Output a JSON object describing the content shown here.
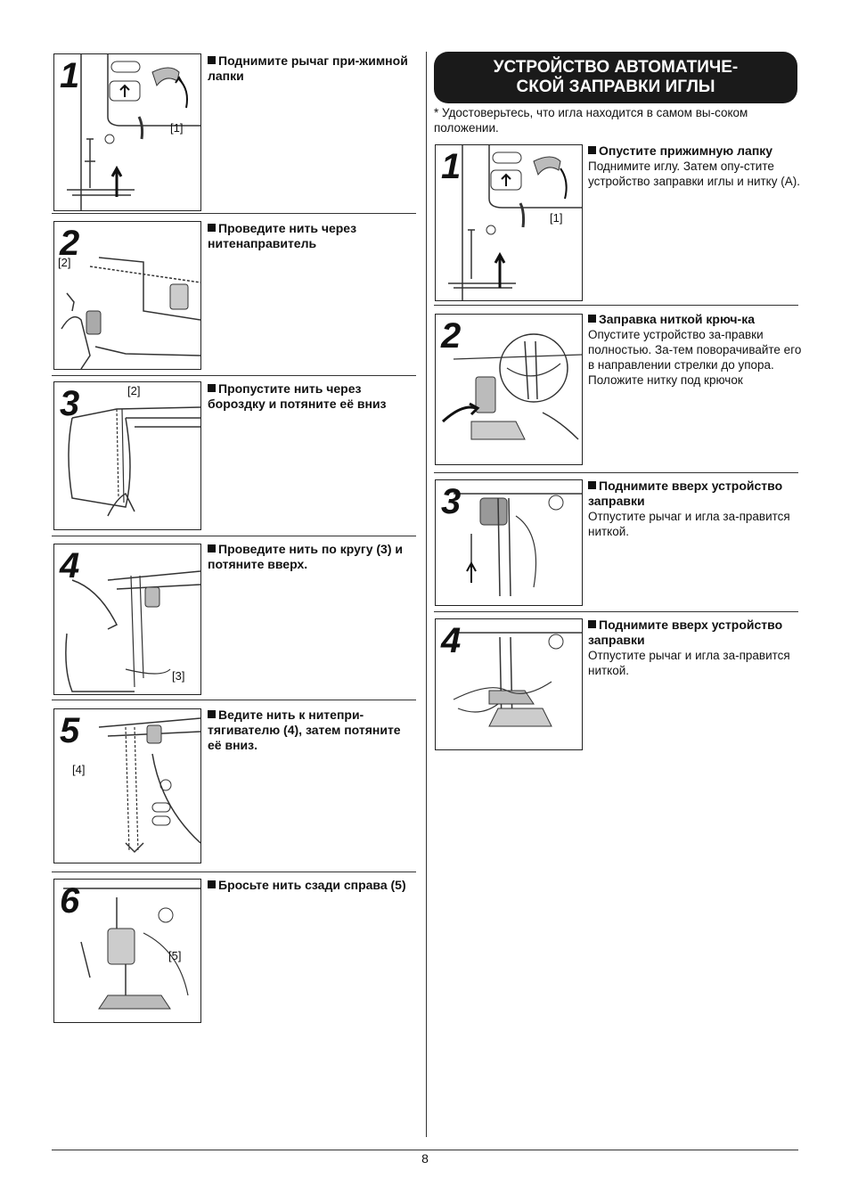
{
  "section": {
    "title_line1": "УСТРОЙСТВО АВТОМАТИЧЕ-",
    "title_line2": "СКОЙ ЗАПРАВКИ ИГЛЫ",
    "note": "* Удостоверьтесь, что игла находится в самом вы-соком положении."
  },
  "left_steps": [
    {
      "num": "1",
      "callout": "[1]",
      "head": "Поднимите рычаг при-жимной лапки"
    },
    {
      "num": "2",
      "callout": "[2]",
      "head": "Проведите нить через нитенаправитель"
    },
    {
      "num": "3",
      "callout": "[2]",
      "head": "Пропустите нить через бороздку и потяните её вниз"
    },
    {
      "num": "4",
      "callout": "[3]",
      "head": "Проведите нить по кругу (3) и потяните вверх."
    },
    {
      "num": "5",
      "callout": "[4]",
      "head": "Ведите нить к нитепри-тягивателю (4), затем потяните её вниз."
    },
    {
      "num": "6",
      "callout": "[5]",
      "head": "Бросьте нить сзади справа (5)"
    }
  ],
  "right_steps": [
    {
      "num": "1",
      "callout": "[1]",
      "head": "Опустите прижимную лапку",
      "body": "Поднимите иглу. Затем опу-стите устройство заправки иглы и нитку (А)."
    },
    {
      "num": "2",
      "callout": "",
      "head": "Заправка ниткой крюч-ка",
      "body": "Опустите устройство за-правки полностью. За-тем поворачивайте его в направлении стрелки до упора. Положите нитку под крючок"
    },
    {
      "num": "3",
      "callout": "",
      "head": "Поднимите вверх устройство заправки",
      "body": "Отпустите рычаг и игла за-правится ниткой."
    },
    {
      "num": "4",
      "callout": "",
      "head": "Поднимите вверх устройство заправки",
      "body": "Отпустите рычаг и игла за-правится ниткой."
    }
  ],
  "page_number": "8"
}
